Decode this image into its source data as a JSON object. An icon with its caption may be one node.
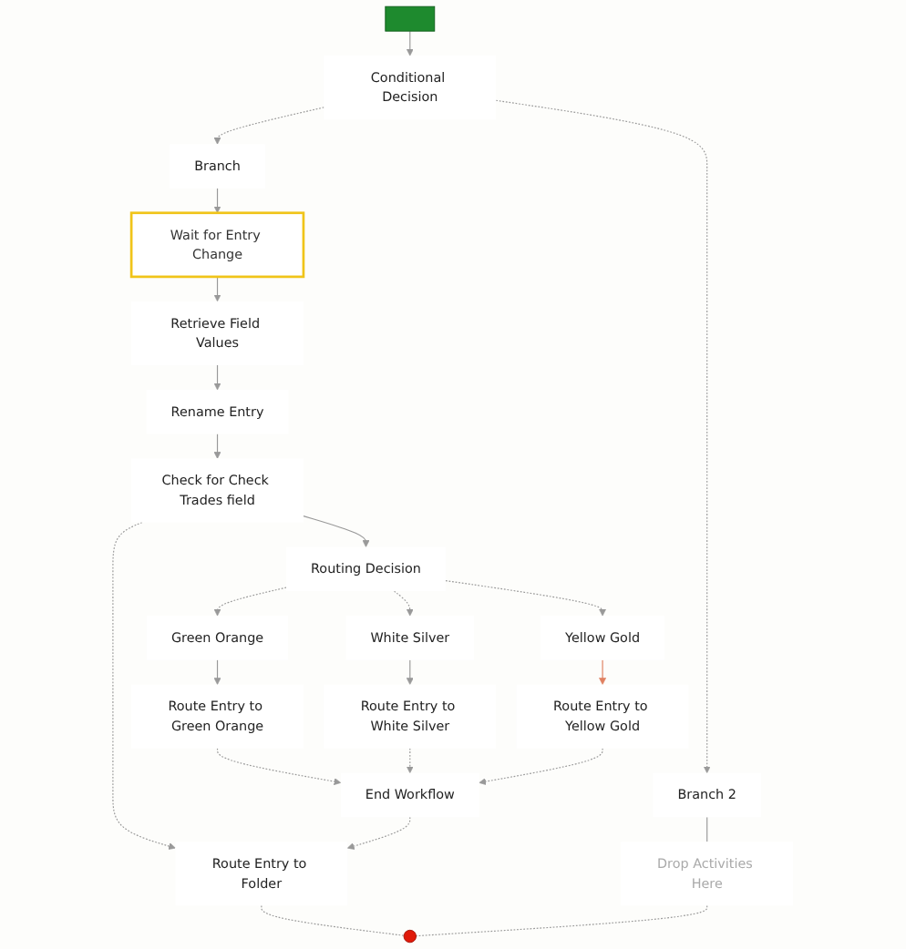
{
  "diagram": {
    "nodes": [
      {
        "text": [],
        "shape": "box"
      },
      {
        "text": [
          "Conditional Decision"
        ]
      },
      {
        "text": [
          "Branch"
        ]
      },
      {
        "text": [
          "Wait for Entry Change"
        ]
      },
      {
        "text": [
          "Retrieve Field Values"
        ]
      },
      {
        "text": [
          "Rename Entry"
        ]
      },
      {
        "text": [
          "Check for Check Trades field"
        ]
      },
      {
        "text": [
          "Routing Decision"
        ]
      },
      {
        "text": [
          "Green Orange"
        ]
      },
      {
        "text": [
          "White Silver"
        ]
      },
      {
        "text": [
          "Yellow Gold"
        ]
      },
      {
        "text": [
          "Route Entry to Green Orange"
        ]
      },
      {
        "text": [
          "Route Entry to White Silver"
        ]
      },
      {
        "text": [
          "Route Entry to Yellow Gold"
        ]
      },
      {
        "text": [
          "End Workflow"
        ]
      },
      {
        "text": [
          "Route Entry to Folder"
        ]
      },
      {
        "text": [
          "Branch 2"
        ]
      },
      {
        "text": [
          "Drop Activities Here"
        ]
      },
      {
        "text": [],
        "shape": "circle"
      }
    ],
    "edges": [
      {
        "from": 0,
        "to": 1,
        "arrow": "to"
      },
      {
        "from": 1,
        "to": 2,
        "arrow": "to",
        "style": "dashed"
      },
      {
        "from": 1,
        "to": 16,
        "arrow": "to",
        "style": "dashed"
      },
      {
        "from": 2,
        "to": 3,
        "arrow": "to"
      },
      {
        "from": 3,
        "to": 4,
        "arrow": "to"
      },
      {
        "from": 4,
        "to": 5,
        "arrow": "to"
      },
      {
        "from": 5,
        "to": 6,
        "arrow": "to"
      },
      {
        "from": 6,
        "to": 7,
        "arrow": "to"
      },
      {
        "from": 6,
        "to": 15,
        "arrow": "to",
        "style": "dashed"
      },
      {
        "from": 7,
        "to": 8,
        "arrow": "to",
        "style": "dashed"
      },
      {
        "from": 7,
        "to": 9,
        "arrow": "to",
        "style": "dashed"
      },
      {
        "from": 7,
        "to": 10,
        "arrow": "to",
        "style": "dashed"
      },
      {
        "from": 8,
        "to": 11,
        "arrow": "to"
      },
      {
        "from": 9,
        "to": 12,
        "arrow": "to"
      },
      {
        "from": 10,
        "to": 13,
        "arrow": "to",
        "color": "#e08060"
      },
      {
        "from": 11,
        "to": 14,
        "arrow": "to",
        "style": "dashed"
      },
      {
        "from": 12,
        "to": 14,
        "arrow": "to",
        "style": "dashed"
      },
      {
        "from": 13,
        "to": 14,
        "arrow": "to",
        "style": "dashed"
      },
      {
        "from": 14,
        "to": 15,
        "arrow": "to",
        "style": "dashed"
      },
      {
        "from": 16,
        "to": 17,
        "arrow": "none"
      },
      {
        "from": 15,
        "to": 18,
        "arrow": "none",
        "style": "dashed"
      },
      {
        "from": 17,
        "to": 18,
        "arrow": "none",
        "style": "dashed"
      }
    ]
  }
}
